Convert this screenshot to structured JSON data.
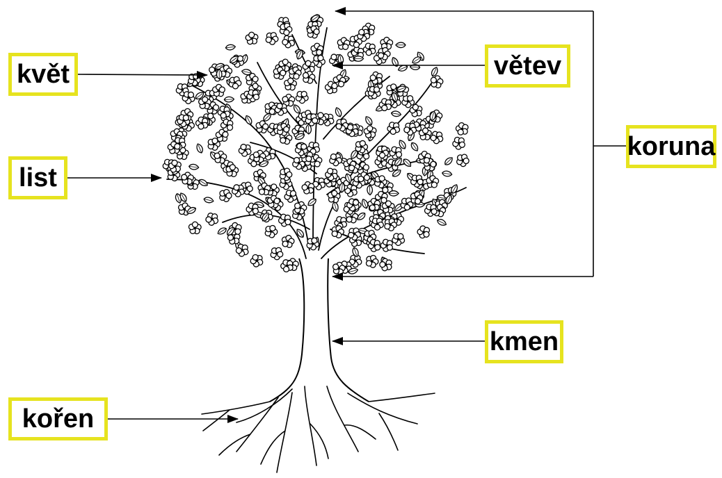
{
  "labels": {
    "kvet": "květ",
    "list": "list",
    "koren": "kořen",
    "vetev": "větev",
    "koruna": "koruna",
    "kmen": "kmen"
  },
  "colors": {
    "label_border": "#e6e31f",
    "line": "#000000",
    "background": "#ffffff"
  },
  "icons": {
    "tree": "flowering-tree-drawing",
    "arrow": "arrow-head"
  }
}
